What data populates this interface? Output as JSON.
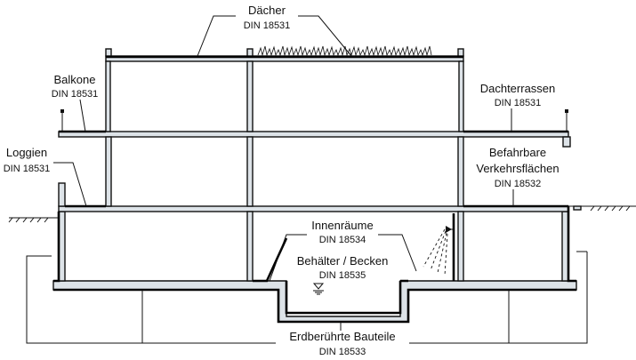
{
  "title": "Abdichtung von Bauwerken – Normenübersicht",
  "labels": {
    "daecher": {
      "name": "Dächer",
      "norm": "DIN 18531"
    },
    "balkone": {
      "name": "Balkone",
      "norm": "DIN 18531"
    },
    "dachterrassen": {
      "name": "Dachterrassen",
      "norm": "DIN 18531"
    },
    "loggien": {
      "name": "Loggien",
      "norm": "DIN 18531"
    },
    "befahrbare": {
      "name_line1": "Befahrbare",
      "name_line2": "Verkehrsflächen",
      "norm": "DIN 18532"
    },
    "innenraeume": {
      "name": "Innenräume",
      "norm": "DIN 18534"
    },
    "behaelter": {
      "name": "Behälter / Becken",
      "norm": "DIN 18535"
    },
    "erdberuehrte": {
      "name": "Erdberührte Bauteile",
      "norm": "DIN 18533"
    }
  },
  "colors": {
    "structure_fill": "#dde3e8",
    "line": "#111111",
    "background": "#ffffff"
  }
}
